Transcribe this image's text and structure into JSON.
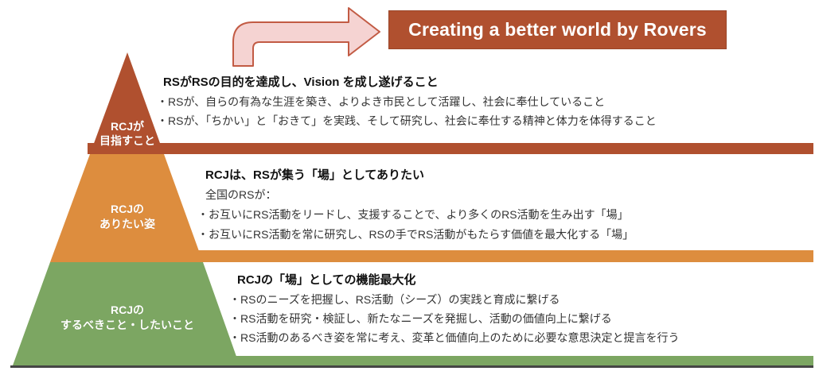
{
  "banner": {
    "title": "Creating a better world by Rovers",
    "bg": "#B0502F"
  },
  "arrow": {
    "fill": "#F5D3D2",
    "stroke": "#C25B44"
  },
  "footer_rule_color": "#454545",
  "layers": [
    {
      "label_line1": "RCJが",
      "label_line2": "目指すこと",
      "color": "#B0502F",
      "heading": "RSがRSの目的を達成し、Vision を成し遂げること",
      "bullet1": "・RSが、自らの有為な生涯を築き、よりよき市民として活躍し、社会に奉仕していること",
      "bullet2": "・RSが、「ちかい」と「おきて」を実践、そして研究し、社会に奉仕する精神と体力を体得すること"
    },
    {
      "label_line1": "RCJの",
      "label_line2": "ありたい姿",
      "color": "#DD8D3E",
      "heading": "RCJは、RSが集う「場」としてありたい",
      "intro": "全国のRSが：",
      "bullet1": "・お互いにRS活動をリードし、支援することで、より多くのRS活動を生み出す「場」",
      "bullet2": "・お互いにRS活動を常に研究し、RSの手でRS活動がもたらす価値を最大化する「場」"
    },
    {
      "label_line1": "RCJの",
      "label_line2": "するべきこと・したいこと",
      "color": "#7CA662",
      "heading": "RCJの「場」としての機能最大化",
      "bullet1": "・RSのニーズを把握し、RS活動（シーズ）の実践と育成に繋げる",
      "bullet2": "・RS活動を研究・検証し、新たなニーズを発掘し、活動の価値向上に繋げる",
      "bullet3": "・RS活動のあるべき姿を常に考え、変革と価値向上のために必要な意思決定と提言を行う"
    }
  ]
}
